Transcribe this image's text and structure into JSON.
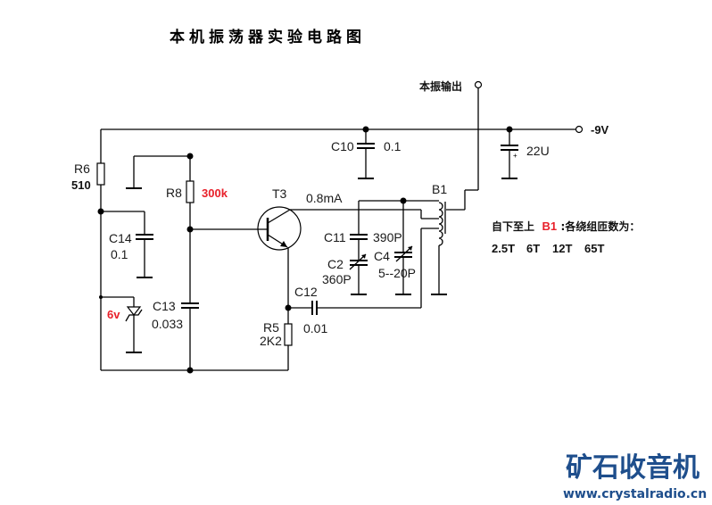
{
  "title": "本机振荡器实验电路图",
  "terminals": {
    "osc_out": "本振输出",
    "supply": "-9V"
  },
  "components": {
    "R6": {
      "name": "R6",
      "value": "510"
    },
    "R8": {
      "name": "R8",
      "value": "300k"
    },
    "R5": {
      "name": "R5",
      "value": "2K2"
    },
    "C10": {
      "name": "C10",
      "value": "0.1"
    },
    "C22U": {
      "value": "22U"
    },
    "C14": {
      "name": "C14",
      "value": "0.1"
    },
    "C13": {
      "name": "C13",
      "value": "0.033"
    },
    "C12": {
      "name": "C12",
      "value": "0.01"
    },
    "C11": {
      "name": "C11",
      "value": "390P"
    },
    "C2": {
      "name": "C2",
      "value": "360P"
    },
    "C4": {
      "name": "C4",
      "value": "5--20P"
    },
    "T3": {
      "name": "T3",
      "current": "0.8mA"
    },
    "B1": {
      "name": "B1"
    },
    "zener": {
      "value": "6v"
    }
  },
  "note": {
    "prefix": "自下至上",
    "ref": "B1",
    "suffix": ":各绕组匝数为：",
    "turns": [
      "2.5T",
      "6T",
      "12T",
      "65T"
    ]
  },
  "logo": {
    "brand": "矿石收音机",
    "url": "www.crystalradio.cn"
  },
  "colors": {
    "highlight": "#e8202a",
    "logo": "#1e4e8c"
  }
}
